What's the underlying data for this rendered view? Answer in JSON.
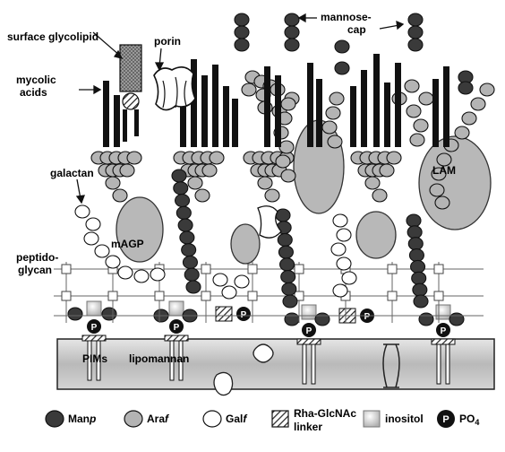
{
  "labels": {
    "surface_glycolipid": "surface glycolipid",
    "porin": "porin",
    "mycolic_line1": "mycolic",
    "mycolic_line2": "acids",
    "mannose_line1": "mannose-",
    "mannose_line2": "cap",
    "galactan": "galactan",
    "peptido_line1": "peptido-",
    "peptido_line2": "glycan",
    "magp": "mAGP",
    "lam": "LAM",
    "pims": "PIMs",
    "lipomannan": "lipomannan",
    "phosphate": "P"
  },
  "legend": {
    "manp_a": "Man",
    "manp_b": "p",
    "araf_a": "Ara",
    "araf_b": "f",
    "galf_a": "Gal",
    "galf_b": "f",
    "linker_line1": "Rha-GlcNAc",
    "linker_line2": "linker",
    "inositol": "inositol",
    "po4_a": "PO",
    "po4_b": "4"
  },
  "colors": {
    "mannose": "#3a3a3a",
    "arabinose": "#b4b4b4",
    "galactose": "#ffffff",
    "membrane": "#c8c8c8",
    "mycolic": "#111111"
  }
}
